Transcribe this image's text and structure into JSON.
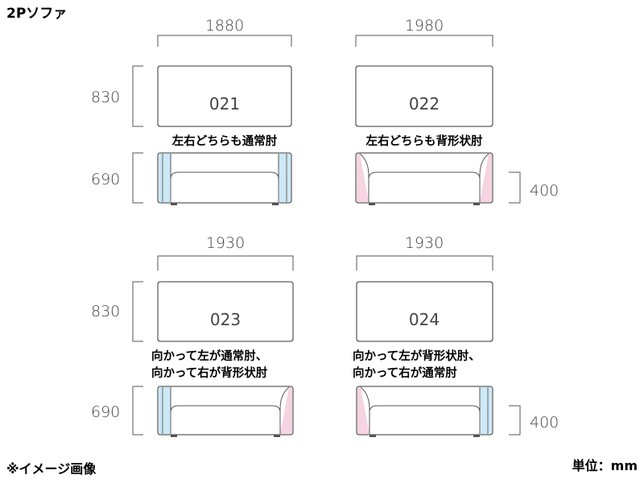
{
  "title": "2Pソファ",
  "note_image": "※イメージ画像",
  "unit_label": "単位：mm",
  "colors": {
    "normal_arm": "#cde8f6",
    "back_arm": "#f6d4e1",
    "outline": "#333333"
  },
  "models": [
    {
      "code": "021",
      "width": "1880",
      "depth": "830",
      "height": "690",
      "arm_height": "",
      "arms": [
        "normal",
        "normal"
      ],
      "caption": [
        "左右どちらも通常肘"
      ]
    },
    {
      "code": "022",
      "width": "1980",
      "depth": "",
      "height": "",
      "arm_height": "400",
      "arms": [
        "back",
        "back"
      ],
      "caption": [
        "左右どちらも背形状肘"
      ]
    },
    {
      "code": "023",
      "width": "1930",
      "depth": "830",
      "height": "690",
      "arm_height": "",
      "arms": [
        "normal",
        "back"
      ],
      "caption": [
        "向かって左が通常肘、",
        "向かって右が背形状肘"
      ]
    },
    {
      "code": "024",
      "width": "1930",
      "depth": "",
      "height": "",
      "arm_height": "400",
      "arms": [
        "back",
        "normal"
      ],
      "caption": [
        "向かって左が背形状肘、",
        "向かって右が通常肘"
      ]
    }
  ]
}
